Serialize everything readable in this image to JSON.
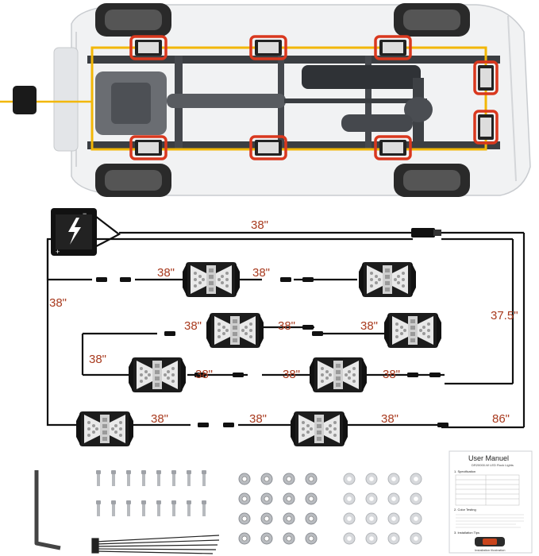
{
  "lengths": {
    "battery_lead": "38\"",
    "left_drop": "38\"",
    "right_drop": "37.5\"",
    "bottom_right": "86\"",
    "row1_a": "38\"",
    "row1_b": "38\"",
    "row2_a": "38\"",
    "row2_b": "38\"",
    "row2_c": "38\"",
    "row2_left": "38\"",
    "row3_a": "38\"",
    "row3_b": "38\"",
    "row3_c": "38\"",
    "row4_a": "38\"",
    "row4_b": "38\"",
    "row4_c": "38\""
  },
  "manual": {
    "title": "User Manuel",
    "subtitle": "DR20000-W LED Rock Lights",
    "section_spec": "1. Specification",
    "section_install": "2. Color Testing",
    "section_tips": "3. Installation Tips",
    "caption": "Installation Illustration"
  },
  "colors": {
    "wire": "#111111",
    "harness": "#f2b705",
    "highlight": "#d9381e",
    "label": "#a83a1e"
  }
}
